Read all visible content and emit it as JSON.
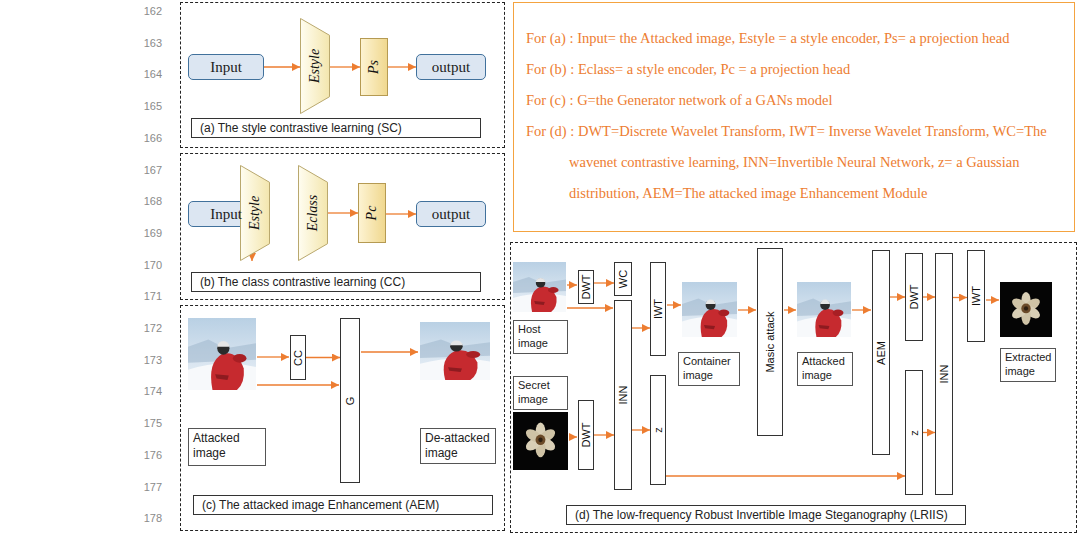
{
  "diagram": {
    "nodes": [
      {
        "text": [
          "(a) The style contrastive learning (SC)"
        ]
      },
      {
        "text": [
          "Input"
        ],
        "in": 0
      },
      {
        "text": [
          "Estyle"
        ],
        "in": 0
      },
      {
        "text": [
          "Ps"
        ],
        "in": 0
      },
      {
        "text": [
          "output"
        ],
        "in": 0
      },
      {
        "text": [
          "(b) The class contrastive learning (CC)"
        ]
      },
      {
        "text": [
          "Input"
        ],
        "in": 5
      },
      {
        "text": [
          "Estyle"
        ],
        "in": 5
      },
      {
        "text": [
          "Eclass"
        ],
        "in": 5
      },
      {
        "text": [
          "Pc"
        ],
        "in": 5
      },
      {
        "text": [
          "output"
        ],
        "in": 5
      },
      {
        "text": [
          "(c) The attacked image Enhancement (AEM)"
        ]
      },
      {
        "text": [
          "CC"
        ],
        "in": 11
      },
      {
        "text": [
          "G"
        ],
        "in": 11
      },
      {
        "text": [
          "Attacked image"
        ],
        "in": 11
      },
      {
        "text": [
          "De-attacked image"
        ],
        "in": 11
      },
      {
        "text": [
          "For (a) : Input= the Attacked image, Estyle = a style encoder, Ps= a projection head",
          "For (b) : Eclass= a style encoder, Pc = a projection head",
          "For (c) : G=the Generator network of a GANs model",
          "For (d) : DWT=Discrete Wavelet Transform, IWT= Inverse Wavelet Transform, WC=The wavenet contrastive learning, INN=Invertible Neural Network, z= a Gaussian distribution, AEM=The attacked image Enhancement Module"
        ]
      },
      {
        "text": [
          "(d) The low-frequency Robust Invertible Image Steganography (LRIIS)"
        ]
      },
      {
        "text": [
          "Host image"
        ],
        "in": 17
      },
      {
        "text": [
          "DWT"
        ],
        "in": 17
      },
      {
        "text": [
          "WC"
        ],
        "in": 17
      },
      {
        "text": [
          "INN"
        ],
        "in": 17
      },
      {
        "text": [
          "IWT"
        ],
        "in": 17
      },
      {
        "text": [
          "Container image"
        ],
        "in": 17
      },
      {
        "text": [
          "Masic attack"
        ],
        "in": 17
      },
      {
        "text": [
          "Attacked image"
        ],
        "in": 17
      },
      {
        "text": [
          "AEM"
        ],
        "in": 17
      },
      {
        "text": [
          "DWT"
        ],
        "in": 17
      },
      {
        "text": [
          "INN"
        ],
        "in": 17
      },
      {
        "text": [
          "IWT"
        ],
        "in": 17
      },
      {
        "text": [
          "Extracted image"
        ],
        "in": 17
      },
      {
        "text": [
          "Secret image"
        ],
        "in": 17
      },
      {
        "text": [
          "DWT"
        ],
        "in": 17
      },
      {
        "text": [
          "z"
        ],
        "in": 17
      },
      {
        "text": [
          "z"
        ],
        "in": 17
      }
    ],
    "edges": [
      {
        "from": 1,
        "to": 2,
        "arrow": "to"
      },
      {
        "from": 2,
        "to": 3,
        "arrow": "to"
      },
      {
        "from": 3,
        "to": 4,
        "arrow": "to"
      },
      {
        "from": 6,
        "to": 7,
        "arrow": "to"
      },
      {
        "from": 8,
        "to": 9,
        "arrow": "to"
      },
      {
        "from": 9,
        "to": 10,
        "arrow": "to"
      },
      {
        "from": 12,
        "to": 13,
        "arrow": "to"
      },
      {
        "from": 19,
        "to": 20,
        "arrow": "to"
      },
      {
        "from": 32,
        "to": 21,
        "arrow": "to"
      },
      {
        "from": 21,
        "to": 22,
        "arrow": "to"
      },
      {
        "from": 21,
        "to": 33,
        "arrow": "to"
      },
      {
        "from": 33,
        "to": 34,
        "arrow": "to"
      },
      {
        "from": 26,
        "to": 27,
        "arrow": "to"
      },
      {
        "from": 27,
        "to": 28,
        "arrow": "to"
      },
      {
        "from": 34,
        "to": 28,
        "arrow": "to"
      },
      {
        "from": 28,
        "to": 29,
        "arrow": "to"
      }
    ],
    "labels": [
      "162",
      "163",
      "164",
      "165",
      "166",
      "167",
      "168",
      "169",
      "170",
      "171",
      "172",
      "173",
      "174",
      "175",
      "176",
      "177",
      "178"
    ]
  }
}
